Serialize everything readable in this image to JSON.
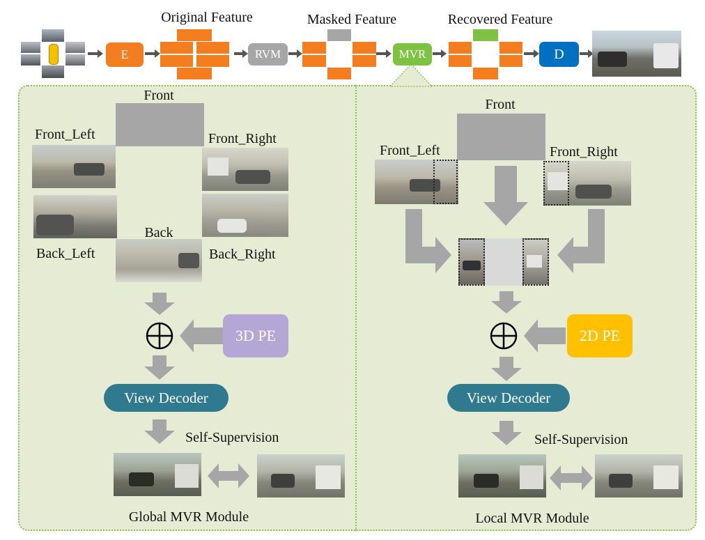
{
  "pipeline": {
    "labels": {
      "original_feature": "Original Feature",
      "masked_feature": "Masked Feature",
      "recovered_feature": "Recovered Feature"
    },
    "blocks": {
      "encoder": "E",
      "rvm": "RVM",
      "mvr": "MVR",
      "decoder": "D"
    }
  },
  "global_module": {
    "views": {
      "front": "Front",
      "front_left": "Front_Left",
      "front_right": "Front_Right",
      "back": "Back",
      "back_left": "Back_Left",
      "back_right": "Back_Right"
    },
    "pe_label": "3D PE",
    "decoder_label": "View Decoder",
    "supervision_label": "Self-Supervision",
    "title": "Global MVR Module"
  },
  "local_module": {
    "views": {
      "front": "Front",
      "front_left": "Front_Left",
      "front_right": "Front_Right"
    },
    "pe_label": "2D PE",
    "decoder_label": "View Decoder",
    "supervision_label": "Self-Supervision",
    "title": "Local MVR Module"
  },
  "colors": {
    "orange": "#f47d20",
    "gray_block": "#a6a6a6",
    "mvr_green": "#7dc242",
    "decoder_blue": "#0070c0",
    "panel_bg": "#e6ecd4",
    "pe_3d": "#b4a7d6",
    "pe_2d": "#ffc000",
    "view_decoder": "#2f7a8f"
  }
}
